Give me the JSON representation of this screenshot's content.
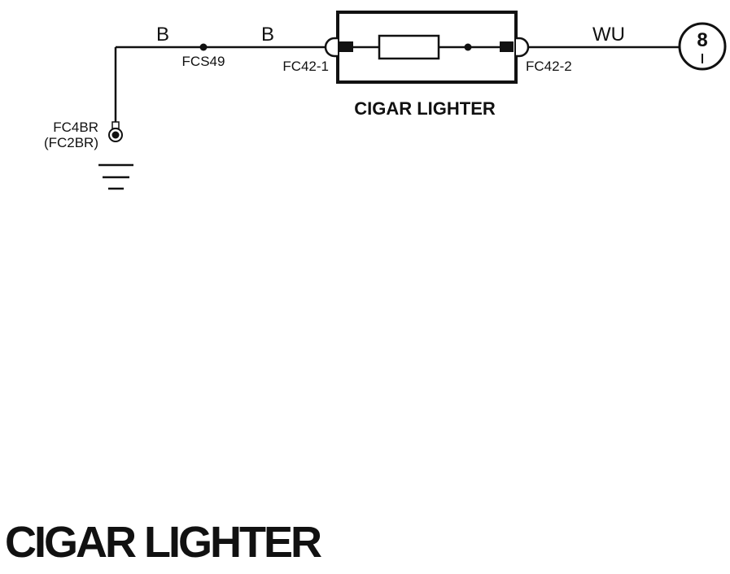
{
  "diagram": {
    "wires": {
      "ground_to_splice": "B",
      "splice_to_lighter": "B",
      "lighter_to_feed": "WU"
    },
    "connectors": {
      "splice": "FCS49",
      "lighter_pin1": "FC42-1",
      "lighter_pin2": "FC42-2",
      "ground_point": "FC4BR",
      "ground_point_alt": "(FC2BR)"
    },
    "component": {
      "label": "CIGAR LIGHTER"
    },
    "feed_reference": {
      "number": "8"
    }
  },
  "page": {
    "title": "CIGAR LIGHTER"
  },
  "colors": {
    "line": "#111111",
    "background": "#ffffff"
  }
}
